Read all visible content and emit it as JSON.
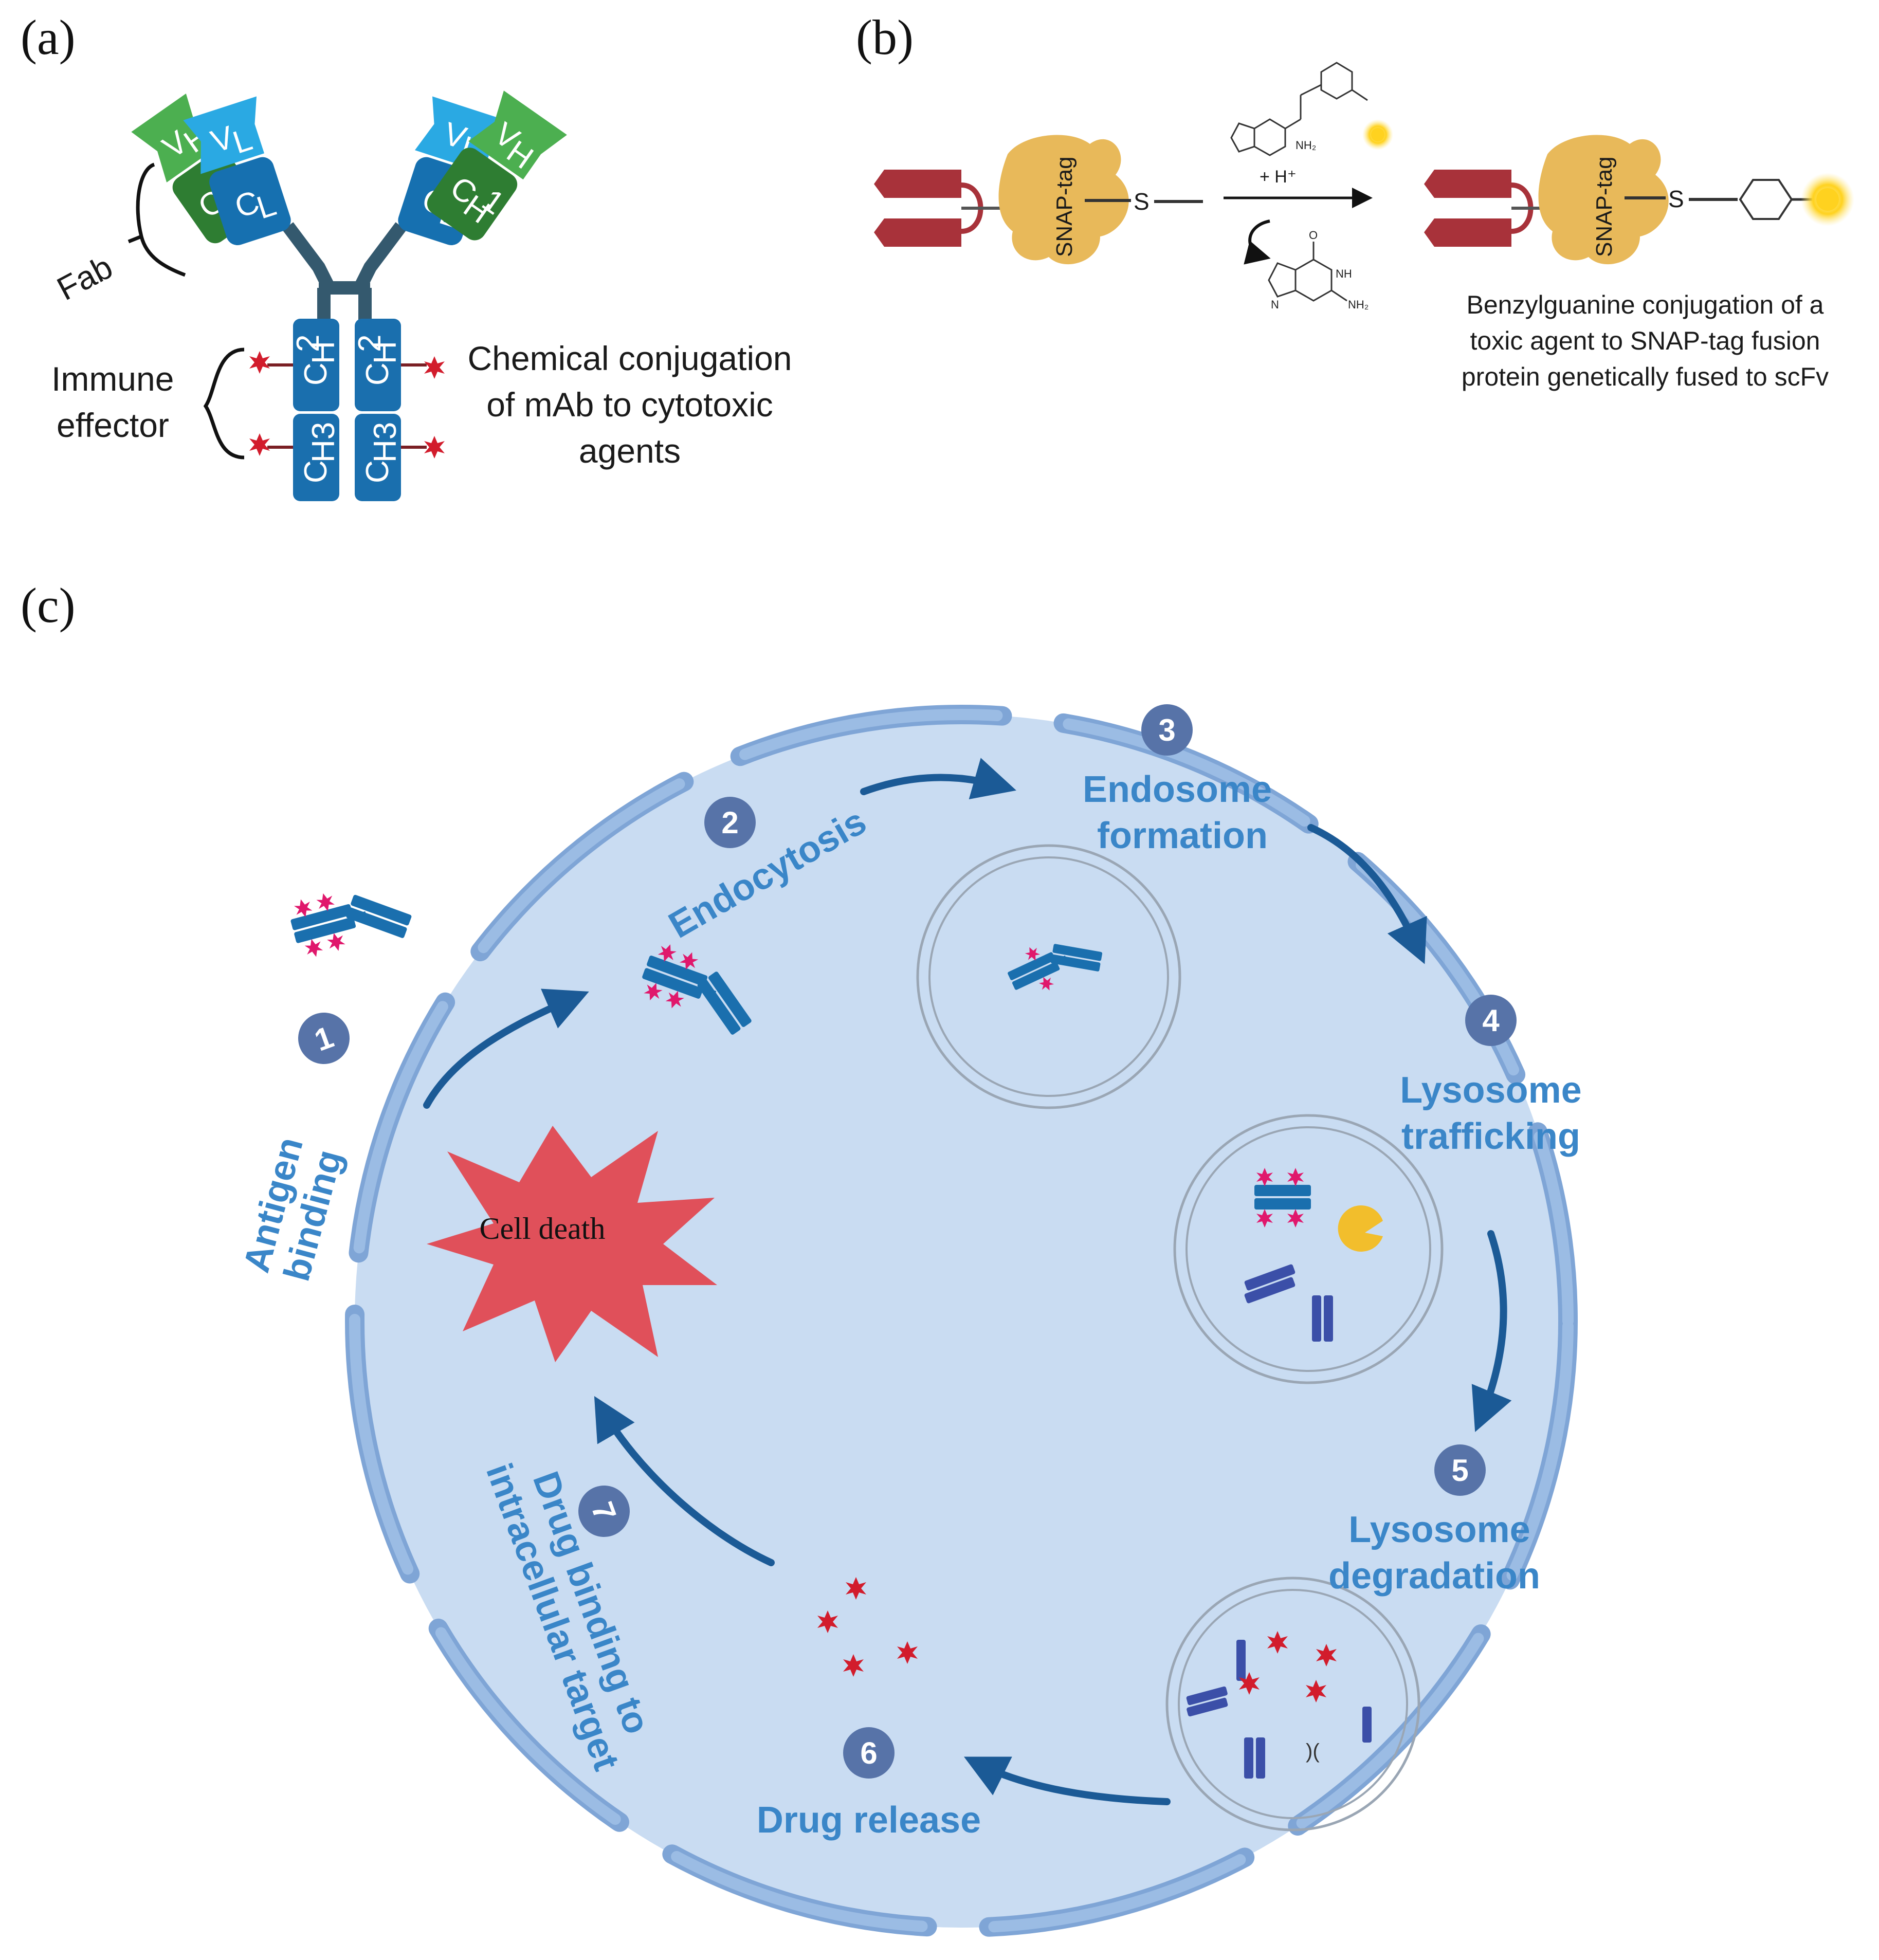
{
  "panels": {
    "a": {
      "label": "(a)",
      "domains": {
        "vl": "V",
        "vl_sub": "L",
        "vh": "V",
        "vh_sub": "H",
        "cl": "C",
        "cl_sub": "L",
        "ch1": "C",
        "ch1_sub": "H",
        "ch1_sup": "1",
        "ch2": "C",
        "ch2_sub": "H",
        "ch2_sup": "2",
        "ch3": "C",
        "ch3_sub": "H3"
      },
      "fab_label": "Fab",
      "immune_label": [
        "Immune",
        "effector"
      ],
      "conjugation_text": [
        "Chemical conjugation",
        "of mAb to cytotoxic",
        "agents"
      ]
    },
    "b": {
      "label": "(b)",
      "snap_tag": "SNAP-tag",
      "sulfur": "S",
      "proton": "+ H⁺",
      "chem_nh2": "NH₂",
      "chem_nh": "NH",
      "chem_n": "N",
      "chem_o": "O",
      "caption": [
        "Benzylguanine conjugation of a",
        "toxic agent to SNAP-tag fusion",
        "protein genetically fused to scFv"
      ]
    },
    "c": {
      "label": "(c)",
      "steps": [
        {
          "num": "1",
          "lines": [
            "Antigen",
            "binding"
          ]
        },
        {
          "num": "2",
          "lines": [
            "Endocytosis"
          ]
        },
        {
          "num": "3",
          "lines": [
            "Endosome",
            "formation"
          ]
        },
        {
          "num": "4",
          "lines": [
            "Lysosome",
            "trafficking"
          ]
        },
        {
          "num": "5",
          "lines": [
            "Lysosome",
            "degradation"
          ]
        },
        {
          "num": "6",
          "lines": [
            "Drug release"
          ]
        },
        {
          "num": "7",
          "lines": [
            "Drug binding to",
            "intracellular target"
          ]
        }
      ],
      "cell_death": "Cell death"
    }
  },
  "colors": {
    "vl_light_blue": "#2aa9e3",
    "cl_blue": "#1670b0",
    "fc_blue": "#1a6fae",
    "vh_green": "#4caf50",
    "ch1_dark_green": "#2e7d32",
    "hinge": "#34596e",
    "toxin_red": "#d21c2c",
    "scfv_red": "#a8323a",
    "snap_tag_yellow": "#e8b95a",
    "cell_fill": "#c9dcf2",
    "cell_membrane": "#7fa5d6",
    "step_badge": "#5773a8",
    "step_text": "#3a86c8",
    "arrow": "#1b5a96",
    "cell_death_red": "#e0505a"
  }
}
